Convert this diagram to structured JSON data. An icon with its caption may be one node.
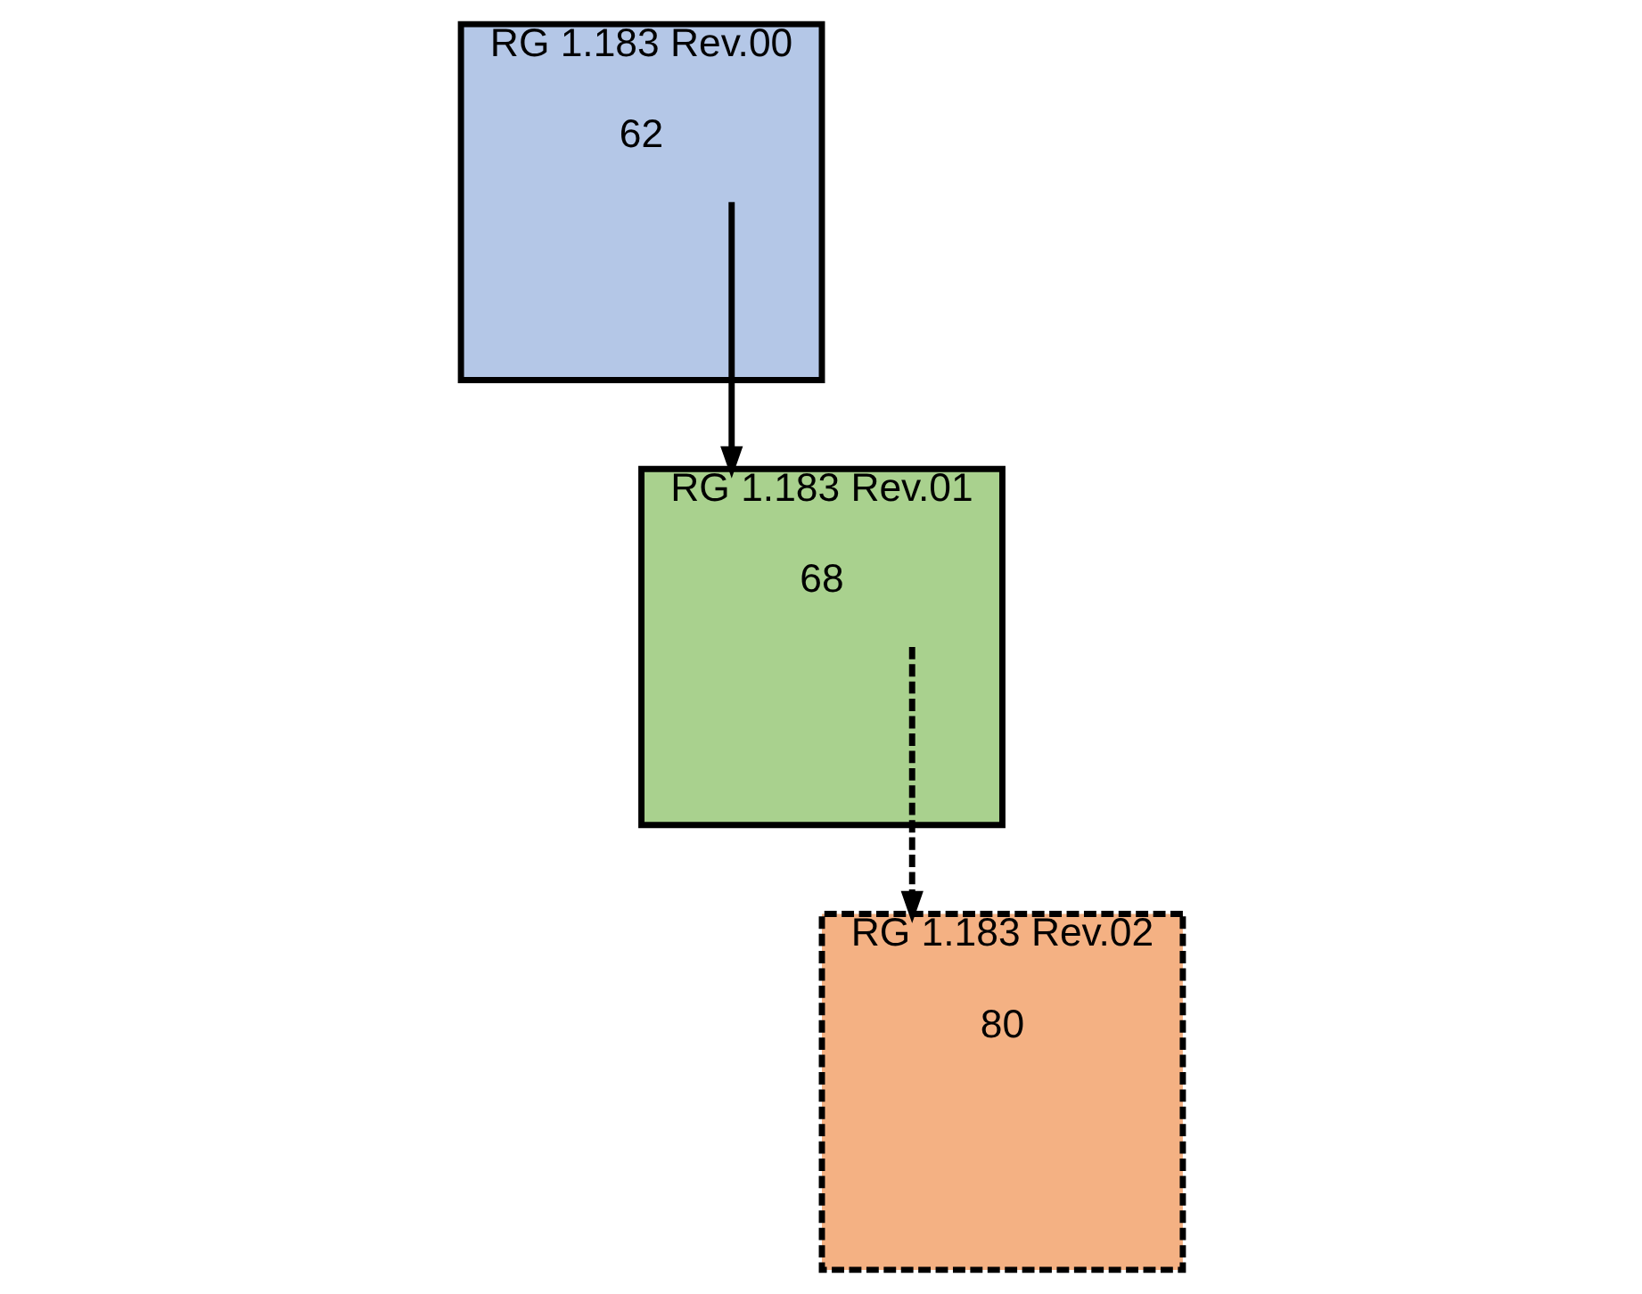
{
  "diagram": {
    "nodes": [
      {
        "text": [
          "RG 1.183 Rev.00",
          "62"
        ]
      },
      {
        "text": [
          "RG 1.183 Rev.01",
          "68"
        ]
      },
      {
        "text": [
          "RG 1.183 Rev.02",
          "80"
        ]
      }
    ],
    "edges": [
      {
        "from": 0,
        "to": 1,
        "arrow": "to"
      },
      {
        "from": 1,
        "to": 2,
        "arrow": "to",
        "style": "dashed"
      }
    ]
  }
}
